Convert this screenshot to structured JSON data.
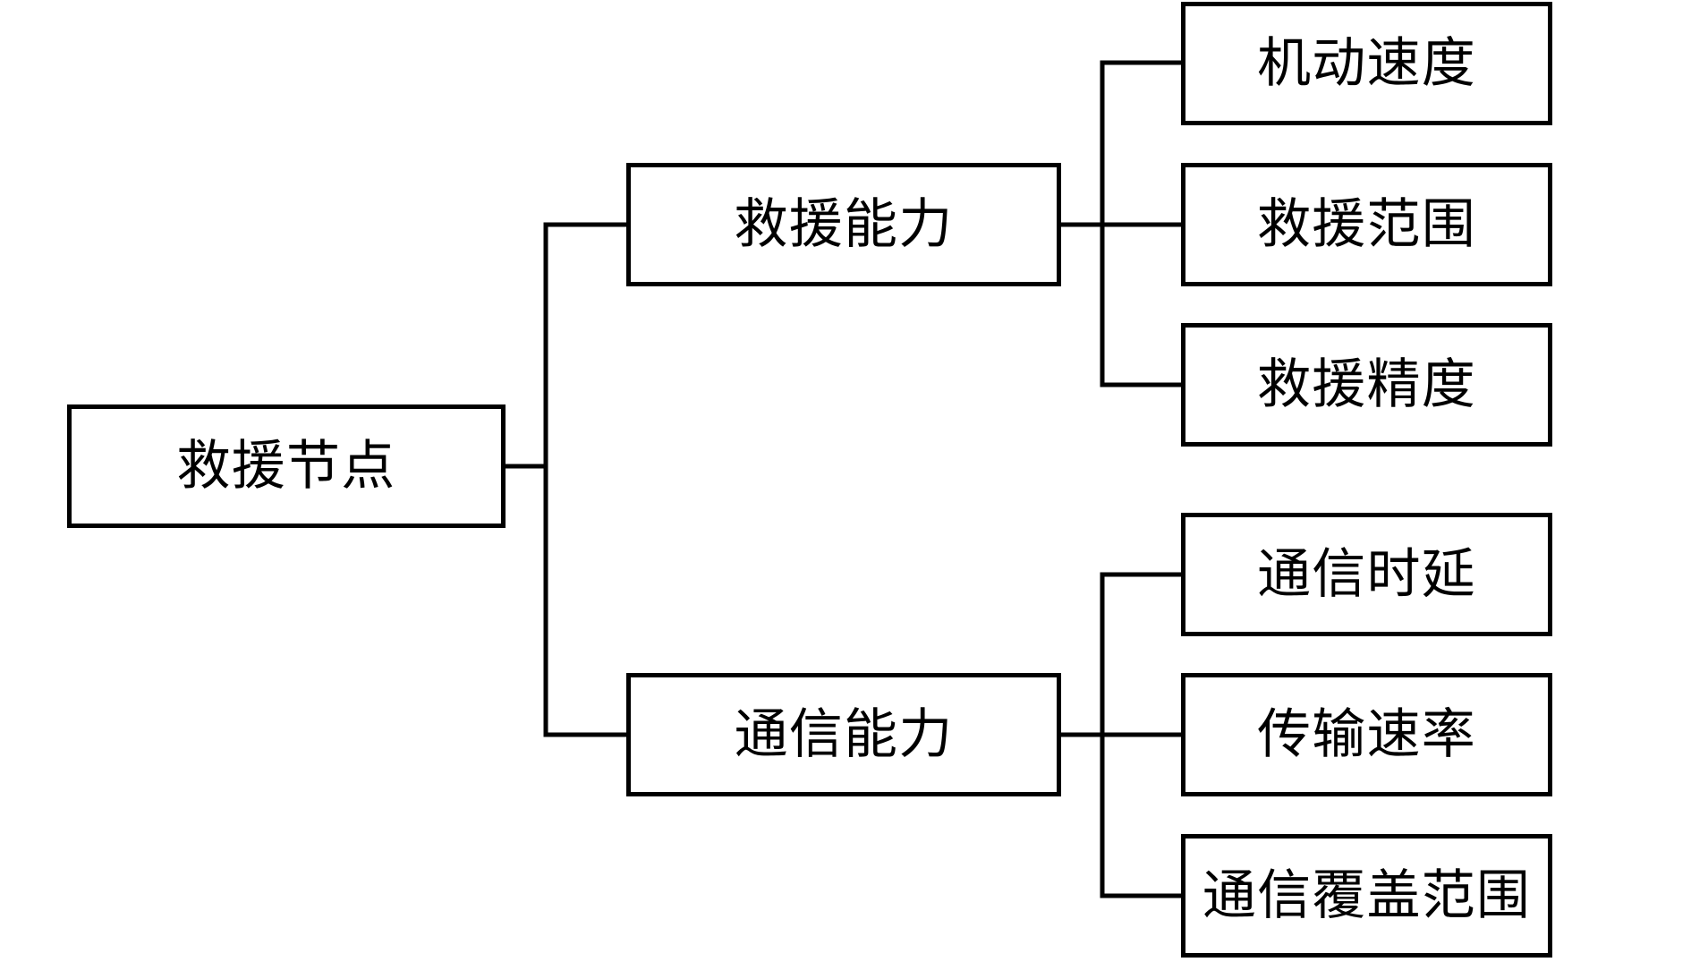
{
  "diagram": {
    "type": "tree-hierarchy",
    "orientation": "left-to-right",
    "title_text": "",
    "colors": {
      "background": "#ffffff",
      "stroke": "#000000",
      "text": "#000000",
      "node_fill": "#ffffff"
    },
    "root": {
      "id": "rescue-node",
      "label": "救援节点"
    },
    "branches": [
      {
        "id": "rescue-capability",
        "label": "救援能力",
        "children": [
          {
            "id": "maneuver-speed",
            "label": "机动速度"
          },
          {
            "id": "rescue-range",
            "label": "救援范围"
          },
          {
            "id": "rescue-accuracy",
            "label": "救援精度"
          }
        ]
      },
      {
        "id": "communication-capability",
        "label": "通信能力",
        "children": [
          {
            "id": "communication-latency",
            "label": "通信时延"
          },
          {
            "id": "transmission-rate",
            "label": "传输速率"
          },
          {
            "id": "communication-coverage",
            "label": "通信覆盖范围"
          }
        ]
      }
    ]
  }
}
